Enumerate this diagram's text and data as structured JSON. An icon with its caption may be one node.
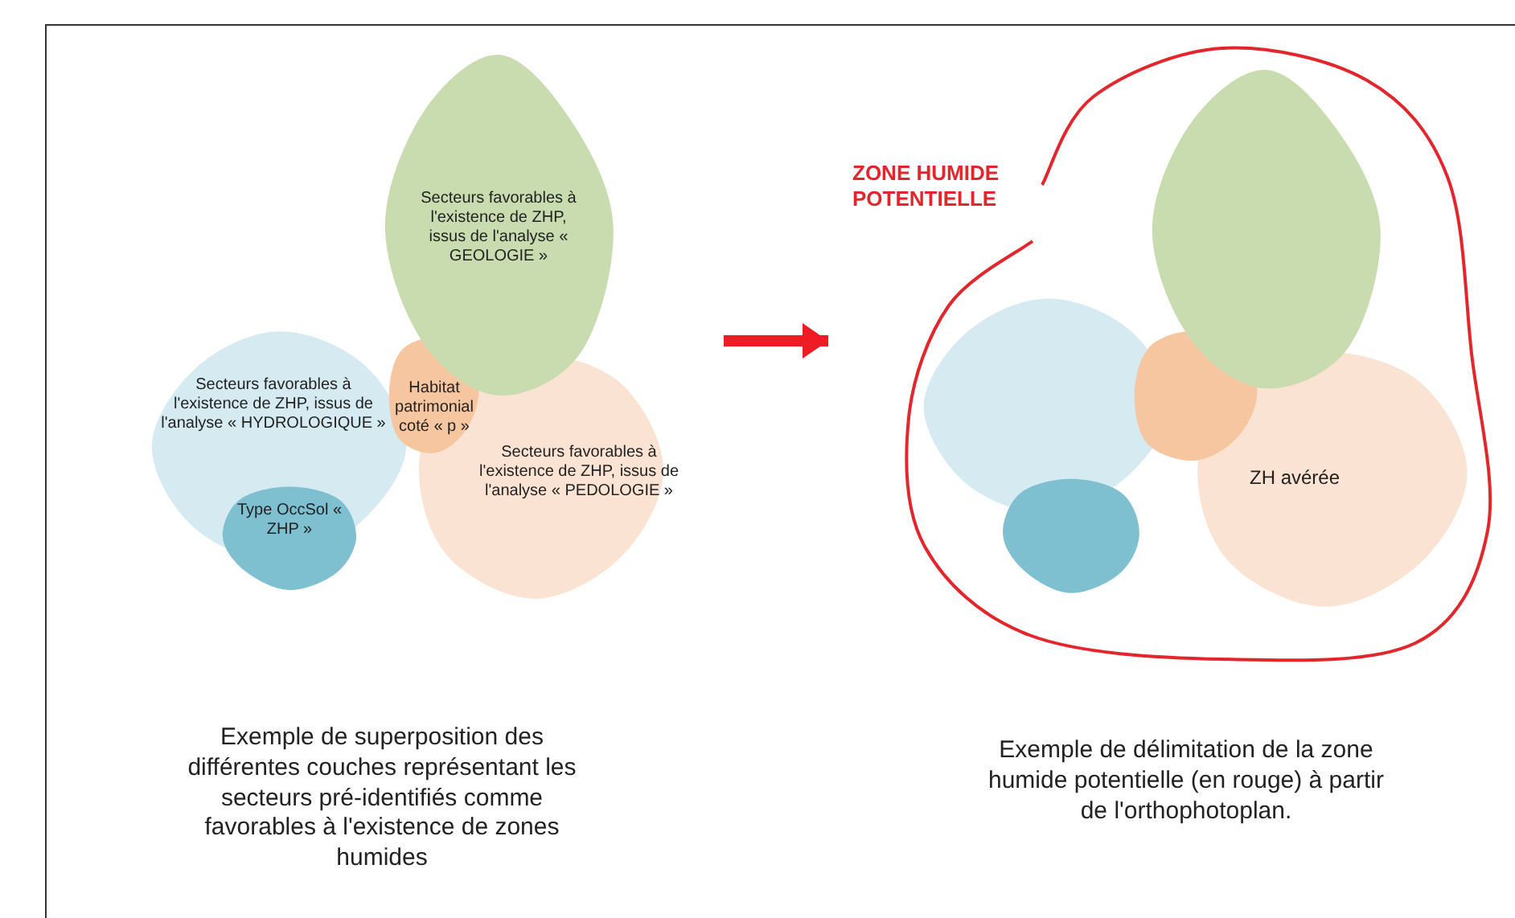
{
  "diagram": {
    "nodes": [
      {
        "text": [
          "Secteurs favorables à l'existence de ZHP, issus de l'analyse « GEOLOGIE »"
        ]
      },
      {
        "text": [
          "Secteurs favorables à l'existence de ZHP, issus de l'analyse « HYDROLOGIQUE »"
        ]
      },
      {
        "text": [
          "Habitat patrimonial coté « p »"
        ]
      },
      {
        "text": [
          "Secteurs favorables à l'existence de ZHP, issus de l'analyse « PEDOLOGIE »"
        ]
      },
      {
        "text": [
          "Type OccSol « ZHP »"
        ]
      },
      {
        "text": [
          "ZONE HUMIDE POTENTIELLE"
        ]
      },
      {
        "text": [],
        "shape": "blob",
        "in": 5
      },
      {
        "text": [],
        "shape": "blob",
        "in": 5
      },
      {
        "text": [],
        "shape": "blob",
        "in": 5
      },
      {
        "text": [
          "ZH avérée"
        ],
        "in": 5
      },
      {
        "text": [],
        "shape": "blob",
        "in": 5
      }
    ],
    "edges": [
      {
        "from": null,
        "to": 5,
        "arrow": "to",
        "color": "#ee1c24"
      }
    ],
    "labels": [
      "Exemple de superposition des différentes couches représentant les secteurs pré-identifiés comme favorables à l'existence de zones humides",
      "Exemple de délimitation de la zone humide potentielle (en rouge) à partir de l'orthophotoplan."
    ]
  }
}
